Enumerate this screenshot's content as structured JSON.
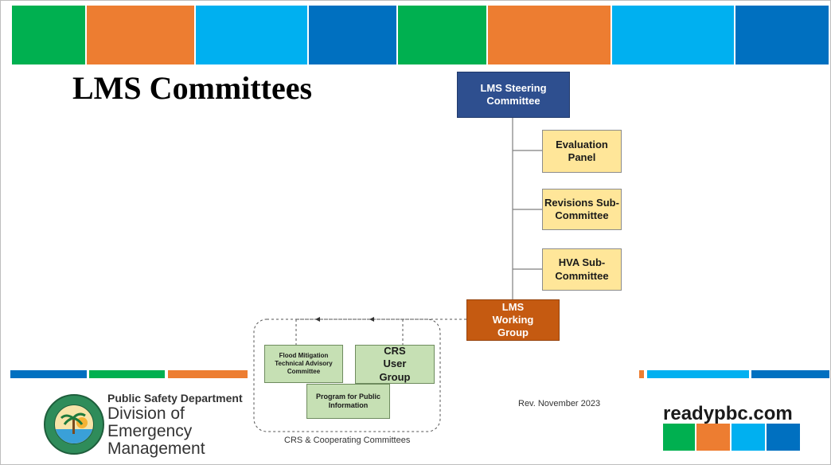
{
  "title": "LMS Committees",
  "colors": {
    "green": "#00b050",
    "orange": "#ed7d31",
    "light_blue": "#00b0f0",
    "blue": "#0070c0",
    "steering_blue": "#2e4f8f",
    "working_orange": "#c55a11",
    "panel_yellow": "#ffe699",
    "crs_green": "#c6e0b4"
  },
  "org_chart": {
    "steering": "LMS Steering Committee",
    "subcommittees": [
      "Evaluation Panel",
      "Revisions Sub-Committee",
      "HVA Sub-Committee"
    ],
    "working_group": "LMS Working Group",
    "crs_group": {
      "caption": "CRS & Cooperating Committees",
      "members": [
        "Flood Mitigation Technical Advisory Committee",
        "CRS User Group",
        "Program for Public Information"
      ]
    }
  },
  "footer": {
    "seal_icon": "palm-beach-county-seal",
    "department": "Public Safety Department",
    "division": "Division of Emergency Management",
    "revision": "Rev. November 2023",
    "website": "readypbc.com"
  }
}
